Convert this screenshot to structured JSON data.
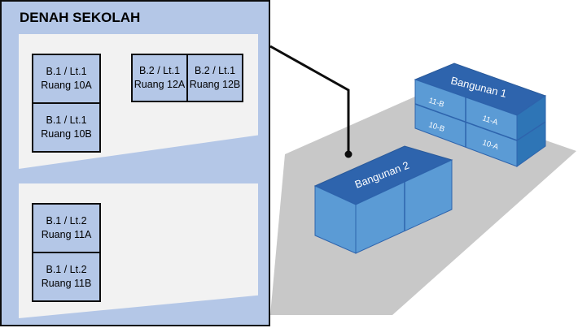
{
  "map": {
    "title": "DENAH SEKOLAH",
    "rooms": [
      {
        "building": "B.1 / Lt.1",
        "room": "Ruang 10A"
      },
      {
        "building": "B.1 / Lt.1",
        "room": "Ruang 10B"
      },
      {
        "building": "B.2 / Lt.1",
        "room": "Ruang 12A"
      },
      {
        "building": "B.2 / Lt.1",
        "room": "Ruang 12B"
      },
      {
        "building": "B.1 / Lt.2",
        "room": "Ruang 11A"
      },
      {
        "building": "B.1 / Lt.2",
        "room": "Ruang 11B"
      }
    ]
  },
  "view3d": {
    "building1": {
      "label": "Bangunan 1",
      "rooms": [
        "11-B",
        "11-A",
        "10-B",
        "10-A"
      ]
    },
    "building2": {
      "label": "Bangunan 2"
    }
  },
  "colors": {
    "panel": "#b4c7e7",
    "area": "#f2f2f2",
    "ground": "#c8c8c8",
    "roof": "#2e64ad",
    "wall": "#5b9bd5",
    "outline": "#0d0d0d"
  }
}
